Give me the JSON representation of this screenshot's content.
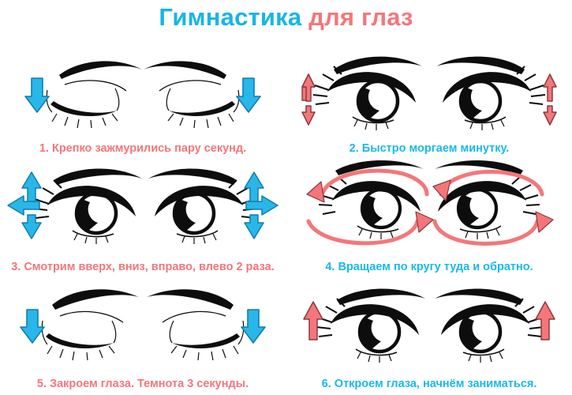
{
  "title": {
    "part1": "Гимнастика",
    "part2": " для глаз",
    "part1_color": "#16b5e8",
    "part2_color": "#f4767a"
  },
  "colors": {
    "cyan_arrow": "#29b6e8",
    "cyan_arrow_dark": "#0f7fae",
    "pink_arrow": "#f4767a",
    "pink_arrow_dark": "#8a3a3c",
    "ink": "#0d0d0d",
    "background": "#ffffff"
  },
  "panels": [
    {
      "number": "1",
      "caption": "1. Крепко зажмурились пару секунд.",
      "caption_color": "pink",
      "eye_state": "closed",
      "arrow_color": "cyan",
      "arrow_kind": "down",
      "arrow_names": [
        "arrow-down-left",
        "arrow-down-right"
      ]
    },
    {
      "number": "2",
      "caption": "2. Быстро моргаем минутку.",
      "caption_color": "cyan",
      "eye_state": "open",
      "arrow_color": "pink",
      "arrow_kind": "up-down-pair",
      "arrow_names": [
        "arrow-up-left",
        "arrow-down-left",
        "arrow-up-right",
        "arrow-down-right"
      ]
    },
    {
      "number": "3",
      "caption": "3. Смотрим вверх, вниз, вправо, влево 2 раза.",
      "caption_color": "pink",
      "eye_state": "open",
      "arrow_color": "cyan",
      "arrow_kind": "four-way",
      "arrow_names": [
        "arrow-up-left",
        "arrow-left",
        "arrow-down-left",
        "arrow-up-right",
        "arrow-right",
        "arrow-down-right"
      ]
    },
    {
      "number": "4",
      "caption": "4. Вращаем по кругу туда и обратно.",
      "caption_color": "cyan",
      "eye_state": "open",
      "arrow_color": "pink",
      "arrow_kind": "circular",
      "arrow_names": [
        "arrow-rotate-left-eye",
        "arrow-rotate-right-eye"
      ]
    },
    {
      "number": "5",
      "caption": "5. Закроем глаза. Темнота 3 секунды.",
      "caption_color": "pink",
      "eye_state": "closed",
      "arrow_color": "cyan",
      "arrow_kind": "down",
      "arrow_names": [
        "arrow-down-left",
        "arrow-down-right"
      ]
    },
    {
      "number": "6",
      "caption": "6. Откроем глаза, начнём заниматься.",
      "caption_color": "cyan",
      "eye_state": "open",
      "arrow_color": "pink",
      "arrow_kind": "up",
      "arrow_names": [
        "arrow-up-left",
        "arrow-up-right"
      ]
    }
  ]
}
